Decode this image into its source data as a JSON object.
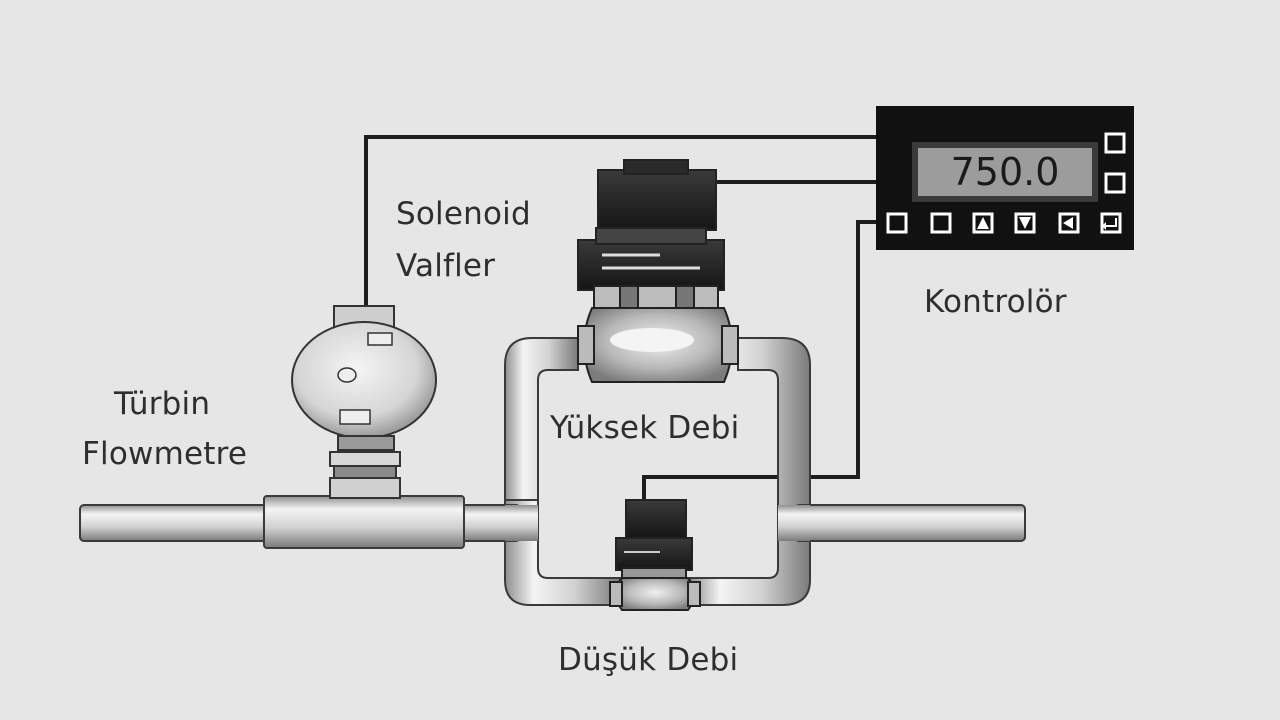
{
  "labels": {
    "solenoid_line1": "Solenoid",
    "solenoid_line2": "Valfler",
    "turbin_line1": "Türbin",
    "turbin_line2": "Flowmetre",
    "high_flow": "Yüksek Debi",
    "low_flow": "Düşük Debi",
    "controller": "Kontrolör"
  },
  "controller": {
    "display_value": "750.0",
    "side_buttons": 2,
    "bottom_buttons": [
      "blank",
      "blank",
      "up-arrow",
      "down-arrow",
      "left-arrow",
      "enter-arrow"
    ]
  }
}
